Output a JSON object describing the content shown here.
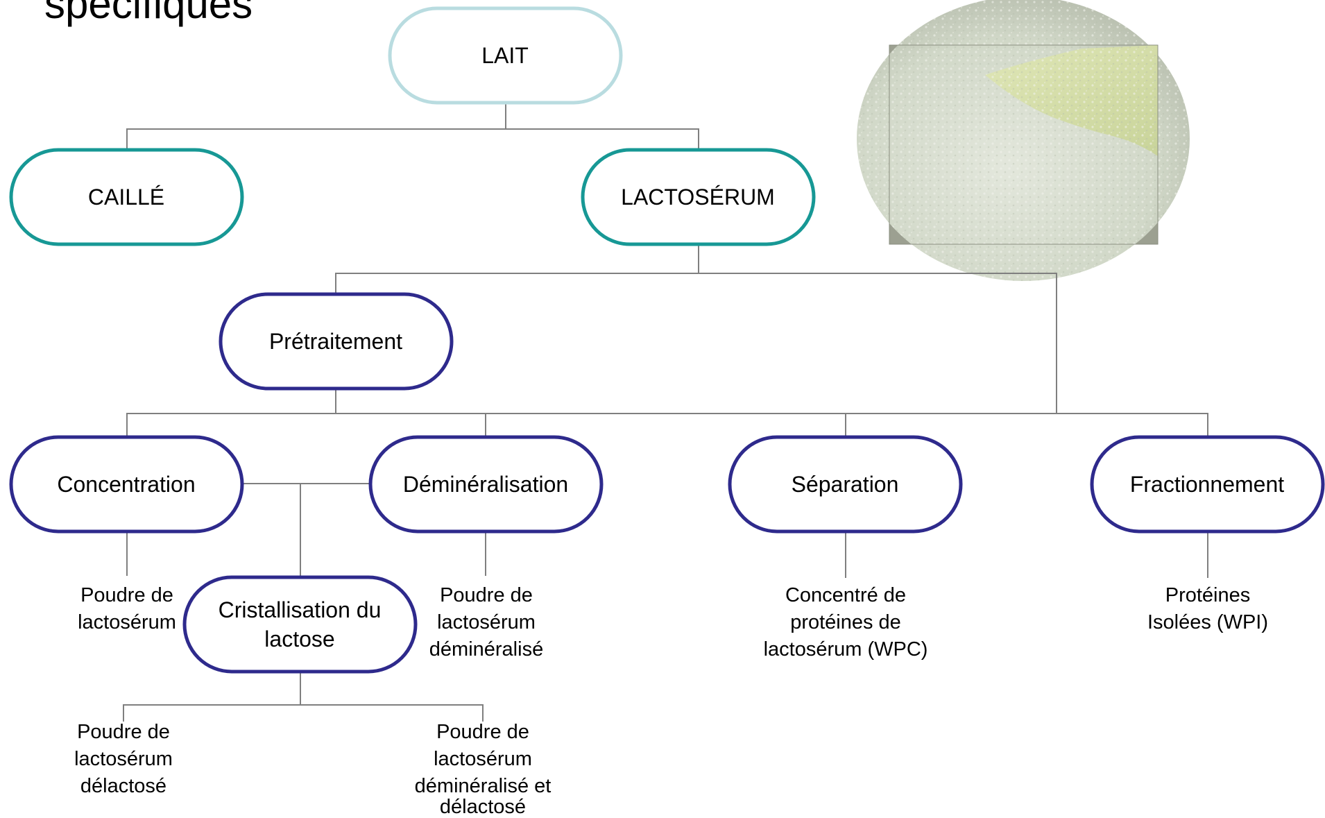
{
  "title": "spécifiques",
  "colors": {
    "root_border": "#b9dce0",
    "level1_border": "#179895",
    "process_border": "#2e2a8c",
    "connector": "#7f7f7f",
    "photo_tone": "#c9d2bf"
  },
  "nodes": {
    "lait": "LAIT",
    "caille": "CAILLÉ",
    "lactoserum": "LACTOSÉRUM",
    "pretraitement": "Prétraitement",
    "concentration": "Concentration",
    "demineralisation": "Déminéralisation",
    "separation": "Séparation",
    "fractionnement": "Fractionnement",
    "cristallisation": [
      "Cristallisation du",
      "lactose"
    ]
  },
  "products": {
    "poudre_lactoserum": [
      "Poudre de",
      "lactosérum"
    ],
    "poudre_demineralise": [
      "Poudre de",
      "lactosérum",
      "déminéralisé"
    ],
    "wpc": [
      "Concentré de",
      "protéines de",
      "lactosérum (WPC)"
    ],
    "wpi": [
      "Protéines",
      "Isolées (WPI)"
    ],
    "poudre_delactose": [
      "Poudre de",
      "lactosérum",
      "délactosé"
    ],
    "poudre_demin_delactose": [
      "Poudre de",
      "lactosérum",
      "déminéralisé et",
      "délactosé"
    ]
  },
  "photo": {
    "description_icon": "whey-powder-photo"
  }
}
